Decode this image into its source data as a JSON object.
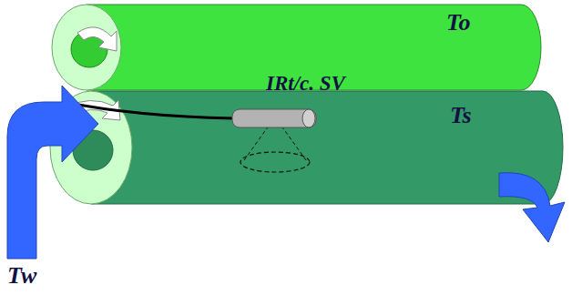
{
  "diagram": {
    "labels": [
      "To",
      "IRt/c. SV",
      "Ts",
      "Tw"
    ]
  }
}
